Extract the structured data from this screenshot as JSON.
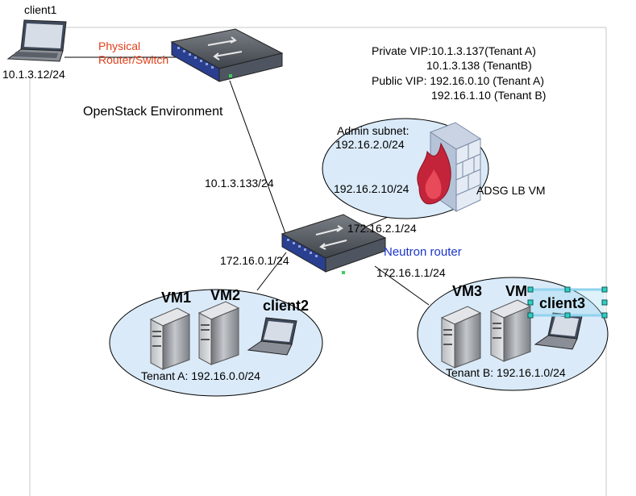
{
  "nodes": {
    "client1": {
      "name": "client1",
      "ip": "10.1.3.12/24"
    },
    "physical_switch": {
      "label_line1": "Physical",
      "label_line2": "Router/Switch",
      "label_color": "#e0401a"
    },
    "environment": {
      "title": "OpenStack Environment"
    },
    "vip_info": {
      "line1": "Private VIP:10.1.3.137(Tenant A)",
      "line2": "10.1.3.138 (TenantB)",
      "line3": "Public VIP: 192.16.0.10 (Tenant A)",
      "line4": "192.16.1.10 (Tenant B)"
    },
    "admin_subnet": {
      "label_line1": "Admin subnet:",
      "label_line2": "192.16.2.0/24",
      "lb_ip": "192.16.2.10/24",
      "lb_name": "ADSG LB VM"
    },
    "uplink_ip": "10.1.3.133/24",
    "neutron_router": {
      "name": "Neutron router",
      "name_color": "#1a35c8",
      "ip_admin": "172.16.2.1/24",
      "ip_tenant_a": "172.16.0.1/24",
      "ip_tenant_b": "172.16.1.1/24"
    },
    "tenant_a": {
      "vm1": "VM1",
      "vm2": "VM2",
      "client": "client2",
      "subnet": "Tenant A: 192.16.0.0/24"
    },
    "tenant_b": {
      "vm3": "VM3",
      "vm4": "VM",
      "client": "client3",
      "subnet": "Tenant B: 192.16.1.0/24"
    }
  },
  "colors": {
    "ellipse_fill": "#daeaf8",
    "ellipse_stroke": "#000000",
    "server_gray": "#9a9ea4",
    "switch_blue": "#2a3f8f",
    "selection_handle": "#29c4c4"
  }
}
